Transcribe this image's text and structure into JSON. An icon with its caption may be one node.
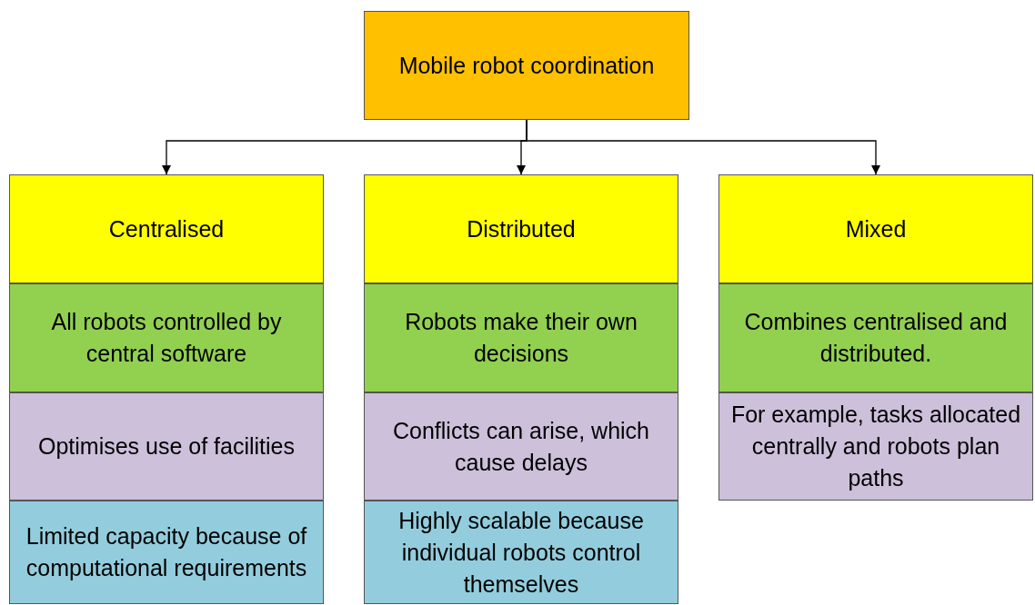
{
  "diagram": {
    "nodes": [
      {
        "text": [
          "Mobile robot coordination"
        ]
      },
      {
        "text": [
          "Centralised"
        ]
      },
      {
        "text": [
          "All robots controlled by central software"
        ]
      },
      {
        "text": [
          "Optimises use of facilities"
        ]
      },
      {
        "text": [
          "Limited capacity because of computational requirements"
        ]
      },
      {
        "text": [
          "Distributed"
        ]
      },
      {
        "text": [
          "Robots make their own decisions"
        ]
      },
      {
        "text": [
          "Conflicts can arise, which cause delays"
        ]
      },
      {
        "text": [
          "Highly scalable because individual robots control themselves"
        ]
      },
      {
        "text": [
          "Mixed"
        ]
      },
      {
        "text": [
          "Combines centralised and distributed."
        ]
      },
      {
        "text": [
          "For example, tasks allocated centrally and robots plan paths"
        ]
      }
    ],
    "edges": [
      {
        "from": 0,
        "to": 1,
        "arrow": "to"
      },
      {
        "from": 0,
        "to": 5,
        "arrow": "to"
      },
      {
        "from": 0,
        "to": 9,
        "arrow": "to"
      }
    ]
  }
}
